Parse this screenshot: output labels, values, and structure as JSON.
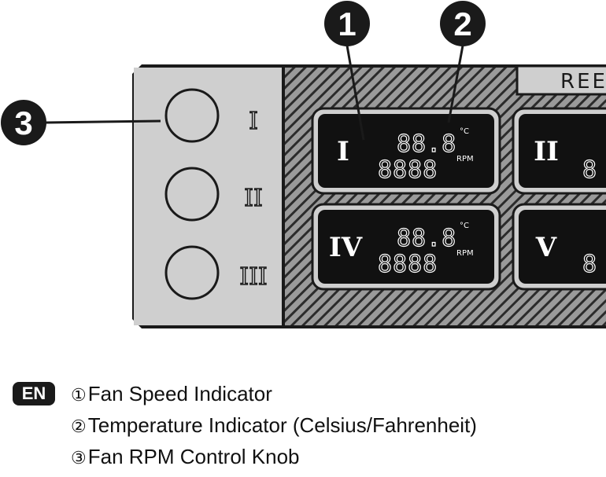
{
  "callouts": {
    "one": "1",
    "two": "2",
    "three": "3"
  },
  "brand_text": "REE",
  "knobs": [
    {
      "numeral": "I"
    },
    {
      "numeral": "II"
    },
    {
      "numeral": "III"
    }
  ],
  "displays": [
    {
      "channel": "I",
      "temp_digits": "88.8",
      "temp_unit": "°C",
      "rpm_digits": "8888",
      "rpm_unit": "RPM"
    },
    {
      "channel": "II",
      "rpm_digits": "8"
    },
    {
      "channel": "IV",
      "temp_digits": "88.8",
      "temp_unit": "°C",
      "rpm_digits": "8888",
      "rpm_unit": "RPM"
    },
    {
      "channel": "V",
      "rpm_digits": "8"
    }
  ],
  "legend": {
    "language": "EN",
    "items": [
      {
        "num": "①",
        "text": "Fan Speed Indicator"
      },
      {
        "num": "②",
        "text": "Temperature Indicator (Celsius/Fahrenheit)"
      },
      {
        "num": "③",
        "text": "Fan RPM Control Knob"
      }
    ]
  },
  "colors": {
    "panel": "#cfcfcf",
    "hatch": "#7a7a7a",
    "display_bezel": "#cfcfcf",
    "display_screen": "#111111",
    "outline": "#1a1a1a"
  }
}
